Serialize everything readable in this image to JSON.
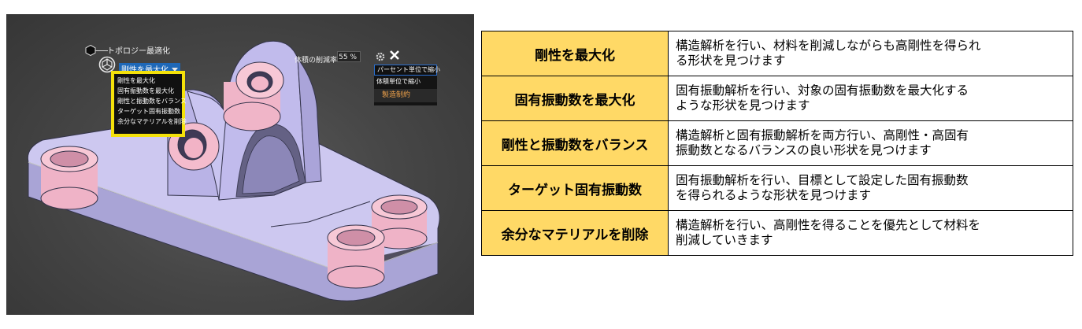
{
  "viewport": {
    "topology_title": "トポロジー最適化",
    "selected_option": "剛性を最大化",
    "dropdown_options": [
      "剛性を最大化",
      "固有振動数を最大化",
      "剛性と振動数をバランス",
      "ターゲット固有振動数",
      "余分なマテリアルを削除"
    ],
    "volume_reduction_label": "体積の削減率",
    "volume_reduction_value": "55 %",
    "reduce_menu": {
      "percent": "パーセント単位で縮小",
      "volume": "体積単位で縮小",
      "constraint": "製造制約"
    },
    "icons": [
      "topology-node-icon",
      "topology-optimize-icon",
      "gear-icon",
      "close-icon",
      "chevron-down-icon"
    ]
  },
  "table": {
    "rows": [
      {
        "name": "剛性を最大化",
        "line1": "構造解析を行い、材料を削減しながらも高剛性を得られ",
        "line2": "る形状を見つけます"
      },
      {
        "name": "固有振動数を最大化",
        "line1": "固有振動解析を行い、対象の固有振動数を最大化する",
        "line2": "ような形状を見つけます"
      },
      {
        "name": "剛性と振動数をバランス",
        "line1": "構造解析と固有振動解析を両方行い、高剛性・高固有",
        "line2": "振動数となるバランスの良い形状を見つけます"
      },
      {
        "name": "ターゲット固有振動数",
        "line1": "固有振動解析を行い、目標として設定した固有振動数",
        "line2": "を得られるような形状を見つけます"
      },
      {
        "name": "余分なマテリアルを削除",
        "line1": "構造解析を行い、高剛性を得ることを優先として材料を",
        "line2": "削減していきます"
      }
    ]
  },
  "colors": {
    "header_fill": "#ffd966",
    "highlight_border": "#f4e10a",
    "model_body": "#c6c1ec",
    "model_holes": "#f0b7cb",
    "selection_blue": "#1e68b8",
    "constraint_text": "#f0a24a"
  }
}
